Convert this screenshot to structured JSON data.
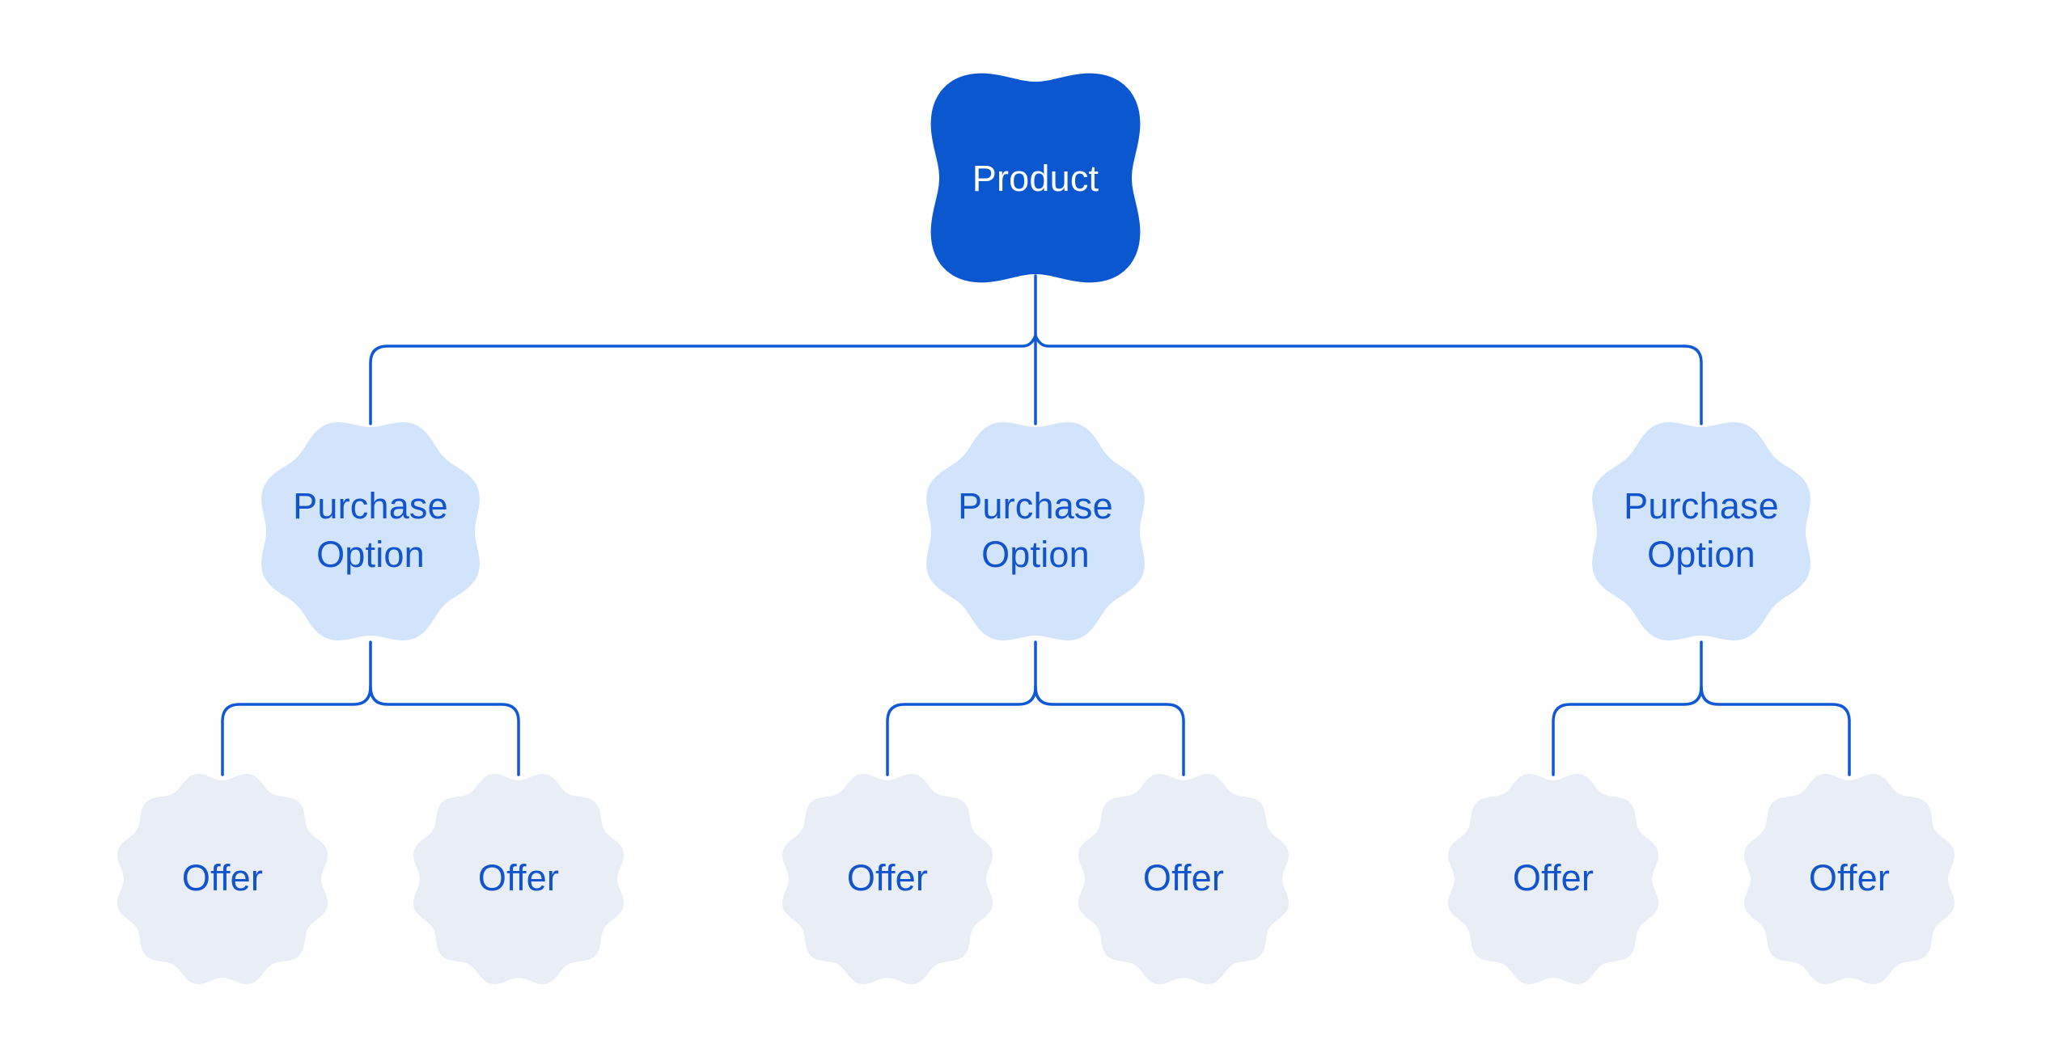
{
  "colors": {
    "background": "#FFFFFF",
    "product_fill": "#0B57D0",
    "product_text": "#FFFFFF",
    "purchase_option_fill": "#D2E3FC",
    "offer_fill": "#E8EDF6",
    "node_text": "#1254CB",
    "connector": "#1159D4"
  },
  "tree": {
    "root": {
      "label": "Product"
    },
    "purchase_options": [
      {
        "label": "Purchase Option",
        "offers": [
          {
            "label": "Offer"
          },
          {
            "label": "Offer"
          }
        ]
      },
      {
        "label": "Purchase Option",
        "offers": [
          {
            "label": "Offer"
          },
          {
            "label": "Offer"
          }
        ]
      },
      {
        "label": "Purchase Option",
        "offers": [
          {
            "label": "Offer"
          },
          {
            "label": "Offer"
          }
        ]
      }
    ]
  }
}
